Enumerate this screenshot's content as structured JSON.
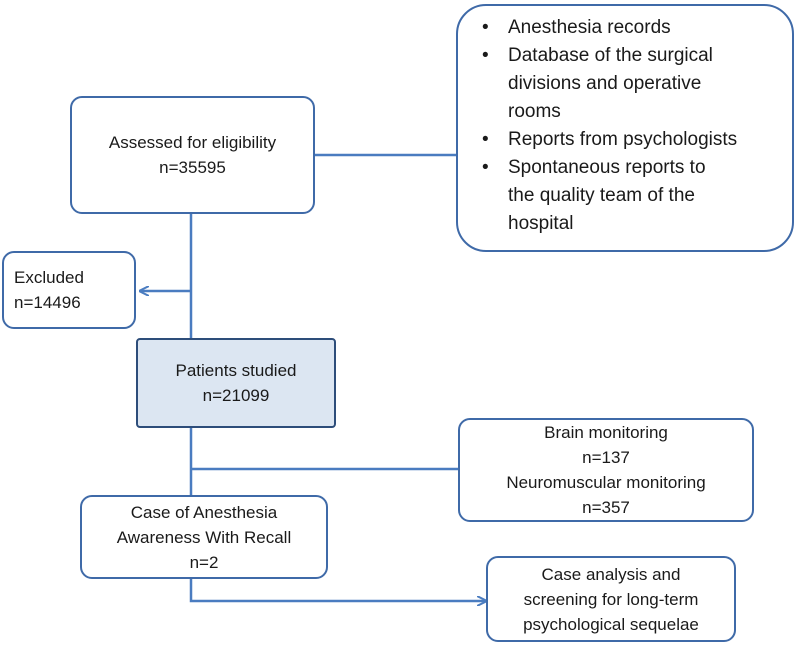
{
  "assessed": {
    "title": "Assessed for eligibility",
    "count": "n=35595"
  },
  "sources": {
    "items": [
      [
        "Anesthesia records"
      ],
      [
        "Database of the surgical",
        "divisions and operative",
        "rooms"
      ],
      [
        "Reports from psychologists"
      ],
      [
        "Spontaneous reports to",
        "the quality team of the",
        "hospital"
      ]
    ]
  },
  "excluded": {
    "title": "Excluded",
    "count": "n=14496"
  },
  "studied": {
    "title": "Patients studied",
    "count": "n=21099"
  },
  "monitoring": {
    "brain_label": "Brain monitoring",
    "brain_count": "n=137",
    "neuro_label": "Neuromuscular monitoring",
    "neuro_count": "n=357"
  },
  "awareness": {
    "line1": "Case of Anesthesia",
    "line2": "Awareness With Recall",
    "count": "n=2"
  },
  "analysis": {
    "line1": "Case analysis and",
    "line2": "screening for long-term",
    "line3": "psychological sequelae"
  },
  "colors": {
    "line": "#4a7cc0",
    "border": "#3f6aa8",
    "highlight_fill": "#dce6f2"
  }
}
